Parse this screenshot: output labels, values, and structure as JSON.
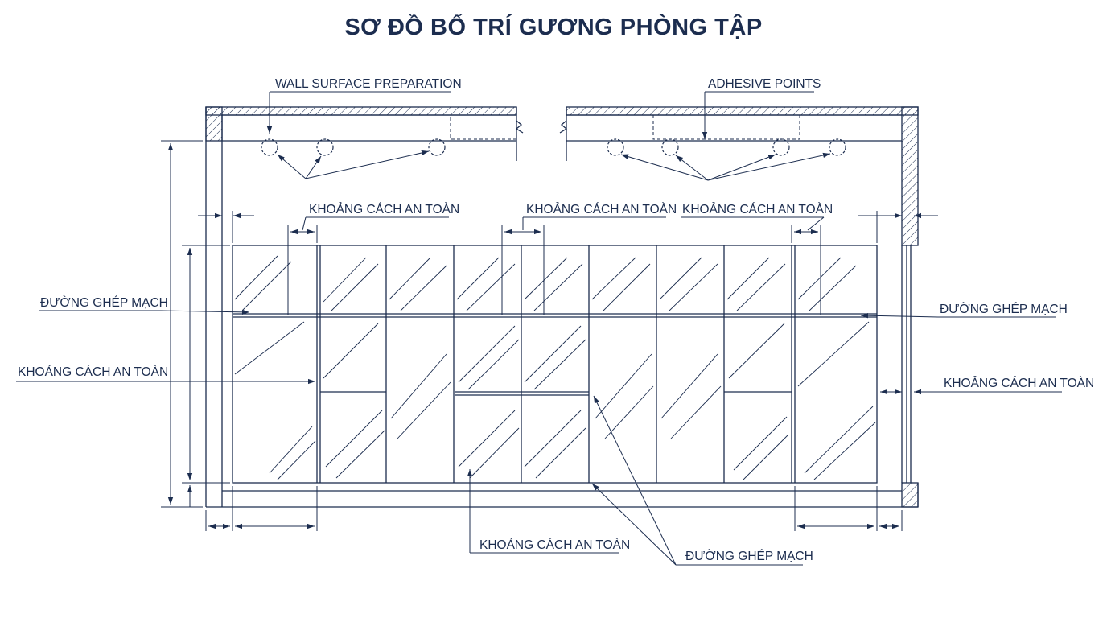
{
  "title": "SƠ ĐỒ BỐ TRÍ GƯƠNG PHÒNG TẬP",
  "labels": {
    "wall_surface": "WALL SURFACE PREPARATION",
    "adhesive_points": "ADHESIVE POINTS",
    "safe_gap": "KHOẢNG CÁCH AN TOÀN",
    "joint_line": "ĐƯỜNG GHÉP MẠCH"
  },
  "colors": {
    "ink": "#1c2d4f",
    "background": "#ffffff"
  }
}
